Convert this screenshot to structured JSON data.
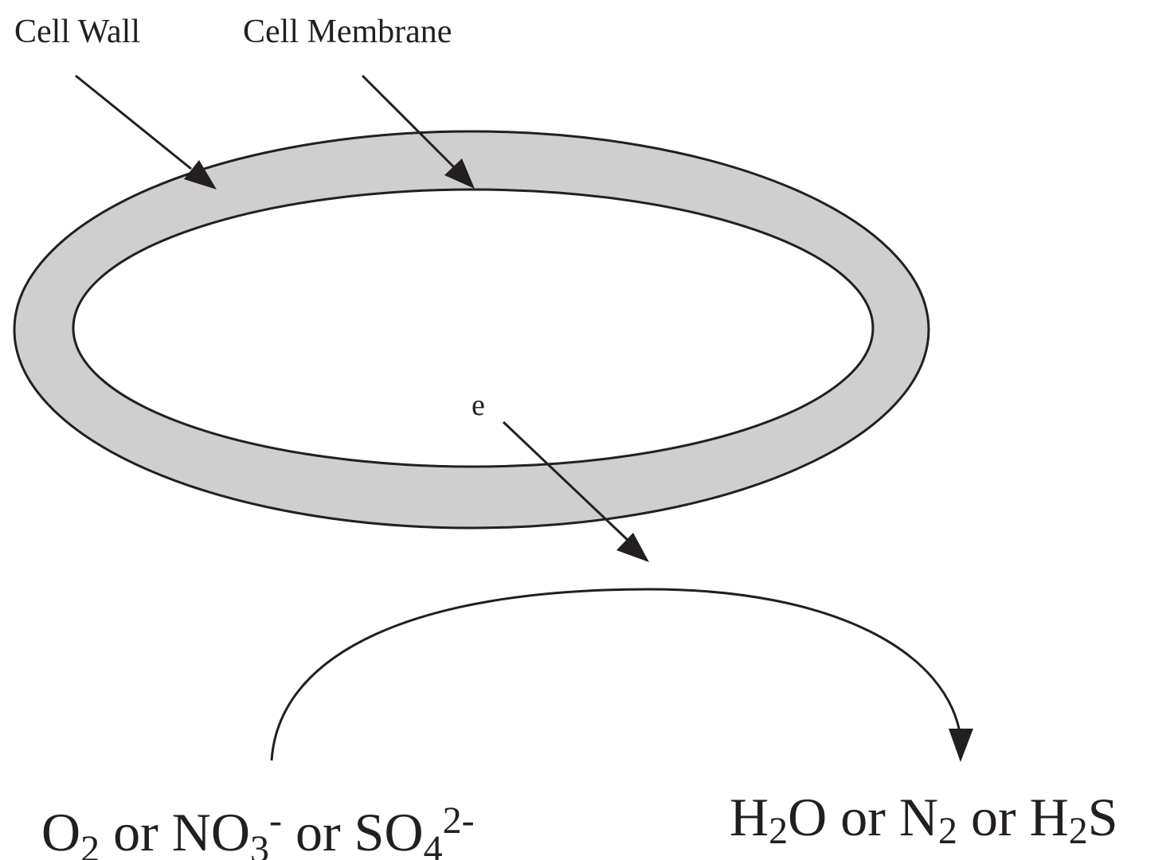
{
  "labels": {
    "cell_wall": "Cell Wall",
    "cell_membrane": "Cell Membrane",
    "electron": "e"
  },
  "reactants": {
    "o": "O",
    "o_sub": "2",
    "or1": " or ",
    "no": "NO",
    "no_sub": "3",
    "no_sup": "-",
    "or2": " or ",
    "so": "SO",
    "so_sub": "4",
    "so_sup": "2-"
  },
  "products": {
    "h1": "H",
    "h1_sub": "2",
    "o": "O",
    "or1": " or ",
    "n": "N",
    "n_sub": "2",
    "or2": " or ",
    "h2": "H",
    "h2_sub": "2",
    "s": "S"
  },
  "colors": {
    "ink": "#231f20",
    "wall_fill": "#cfcfcf",
    "background": "#ffffff"
  }
}
